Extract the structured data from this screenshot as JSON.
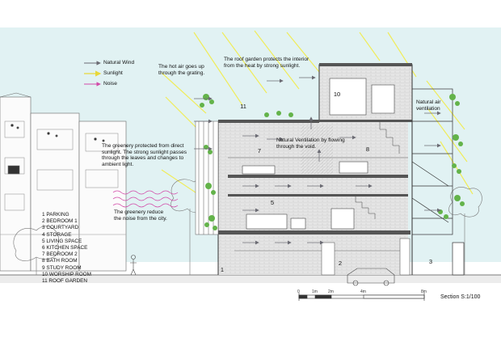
{
  "legend": {
    "wind": "Natural Wind",
    "sun": "Sunlight",
    "noise": "Noise"
  },
  "colors": {
    "sky": "#e1f2f3",
    "wind": "#6b6b73",
    "sun": "#f2ec4a",
    "noise": "#d24aa8",
    "greenery": "#63b34a",
    "ground": "#d7d7d7",
    "line": "#333333"
  },
  "annotations": {
    "hot_air": "The hot air goes up through the grating.",
    "roof_garden": "The roof garden protects the interior from the heat by strong sunlight.",
    "natural_air": "Natural air ventilation",
    "greenery_protect": "The greenery protected from direct sunlight. The strong sunlight passes through the leaves and changes to ambient light.",
    "natural_vent": "Natural Ventilation by flowing through the void.",
    "greenery_noise": "The greenery reduce the noise from the city."
  },
  "rooms": [
    "1 PARKING",
    "2 BEDROOM 1",
    "3 COURTYARD",
    "4 STORAGE",
    "5 LIVING SPACE",
    "6 KITCHEN SPACE",
    "7 BEDROOM 2",
    "8 BATH ROOM",
    "9 STUDY ROOM",
    "10 WORSHIP ROOM",
    "11 ROOF GARDEN"
  ],
  "room_numbers": {
    "n1": "1",
    "n2": "2",
    "n3": "3",
    "n5": "5",
    "n7": "7",
    "n8": "8",
    "n10": "10",
    "n11": "11"
  },
  "scale": {
    "ticks": [
      "0",
      "1m",
      "2m",
      "4m",
      "8m"
    ],
    "label": "Section S:1/100"
  }
}
